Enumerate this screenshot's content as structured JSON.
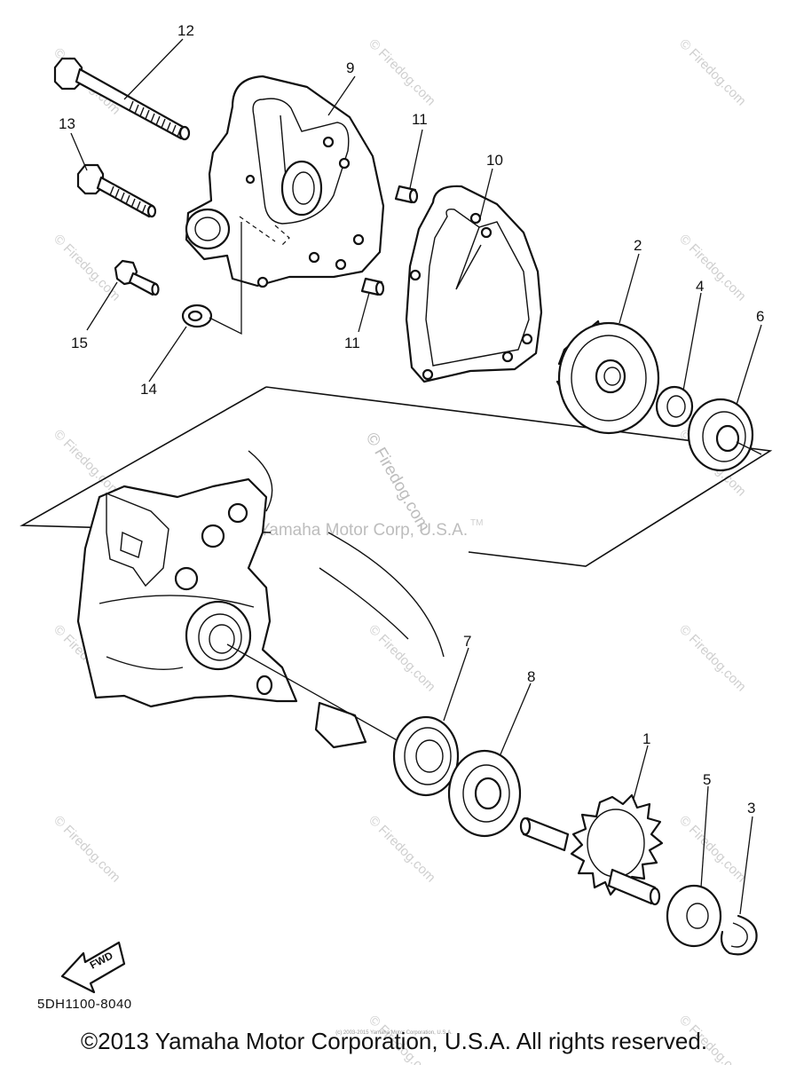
{
  "callouts": [
    "1",
    "2",
    "3",
    "4",
    "5",
    "6",
    "7",
    "8",
    "9",
    "10",
    "11",
    "12",
    "13",
    "14",
    "15"
  ],
  "watermark": {
    "site": "© Firedog.com",
    "center": "Yamaha Motor Corp, U.S.A.",
    "tm": "TM"
  },
  "fwd_label": "FWD",
  "part_code": "5DH1100-8040",
  "fine_print": "(c) 2003-2015 Yamaha Motor Corporation, U.S.A.",
  "copyright": "©2013 Yamaha Motor Corporation, U.S.A. All rights reserved."
}
